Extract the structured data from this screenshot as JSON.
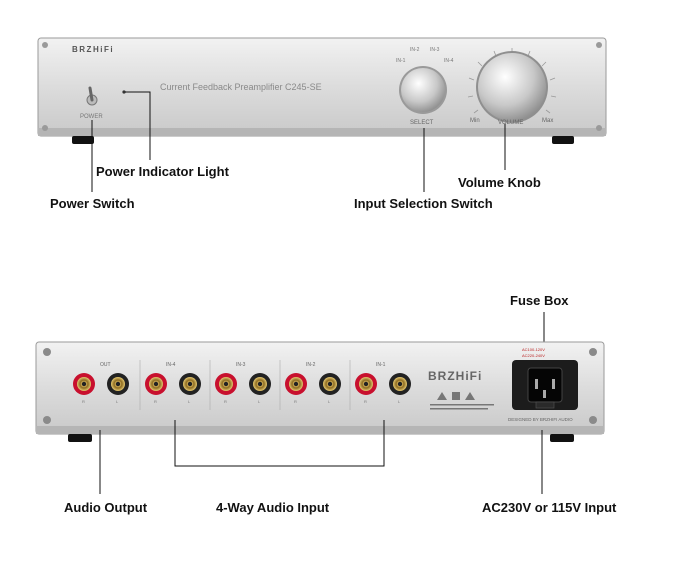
{
  "front": {
    "brand": "BRZHiFi",
    "model_text": "Current Feedback Preamplifier C245-SE",
    "power_label": "POWER",
    "select_label": "SELECT",
    "volume_label": "VOLUME",
    "volume_min": "Min",
    "volume_max": "Max",
    "input_positions": [
      "IN-1",
      "IN-2",
      "IN-3",
      "IN-4"
    ]
  },
  "rear": {
    "brand": "BRZHiFi",
    "groups": [
      "OUT",
      "IN-4",
      "IN-3",
      "IN-2",
      "IN-1"
    ],
    "channel_r": "R",
    "channel_l": "L",
    "voltage_1": "AC100-120V",
    "voltage_2": "AC220-240V",
    "designed_by": "DESIGNED BY BRZHIFI AUDIO"
  },
  "callouts": {
    "power_indicator": "Power Indicator Light",
    "power_switch": "Power Switch",
    "volume_knob": "Volume Knob",
    "input_selection": "Input Selection Switch",
    "fuse_box": "Fuse Box",
    "audio_output": "Audio Output",
    "audio_input": "4-Way Audio Input",
    "ac_input": "AC230V or 115V Input"
  },
  "colors": {
    "chassis": "#d9dadb",
    "red_jack": "#c8102e",
    "black_jack": "#222222"
  }
}
